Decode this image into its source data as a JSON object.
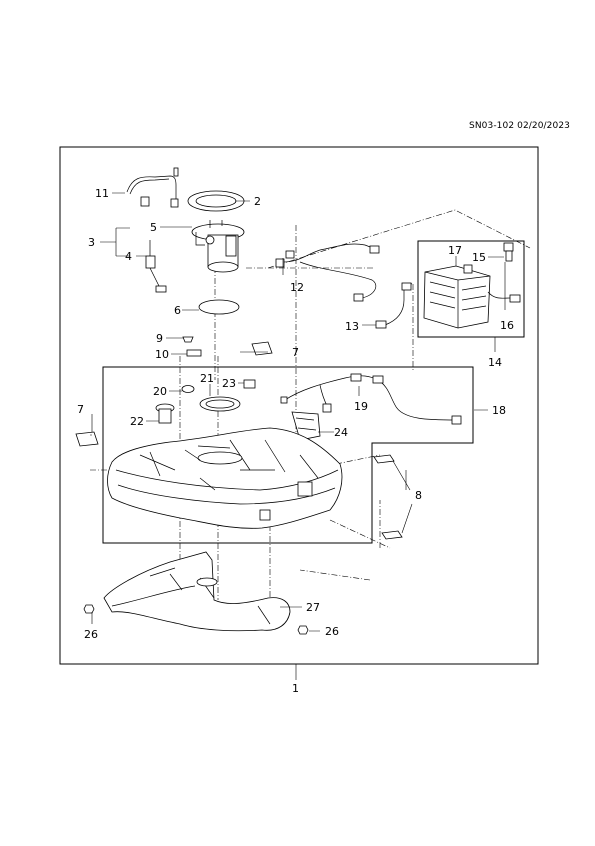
{
  "document": {
    "reference": "SN03-102 02/20/2023"
  },
  "callouts": {
    "c1": "1",
    "c2": "2",
    "c3": "3",
    "c4": "4",
    "c5": "5",
    "c6": "6",
    "c7a": "7",
    "c7b": "7",
    "c8": "8",
    "c9": "9",
    "c10": "10",
    "c11": "11",
    "c12": "12",
    "c13": "13",
    "c14": "14",
    "c15": "15",
    "c16": "16",
    "c17": "17",
    "c18": "18",
    "c19": "19",
    "c20": "20",
    "c21": "21",
    "c22": "22",
    "c23": "23",
    "c24": "24",
    "c26a": "26",
    "c26b": "26",
    "c27": "27"
  },
  "colors": {
    "line": "#000000",
    "background": "#ffffff"
  }
}
